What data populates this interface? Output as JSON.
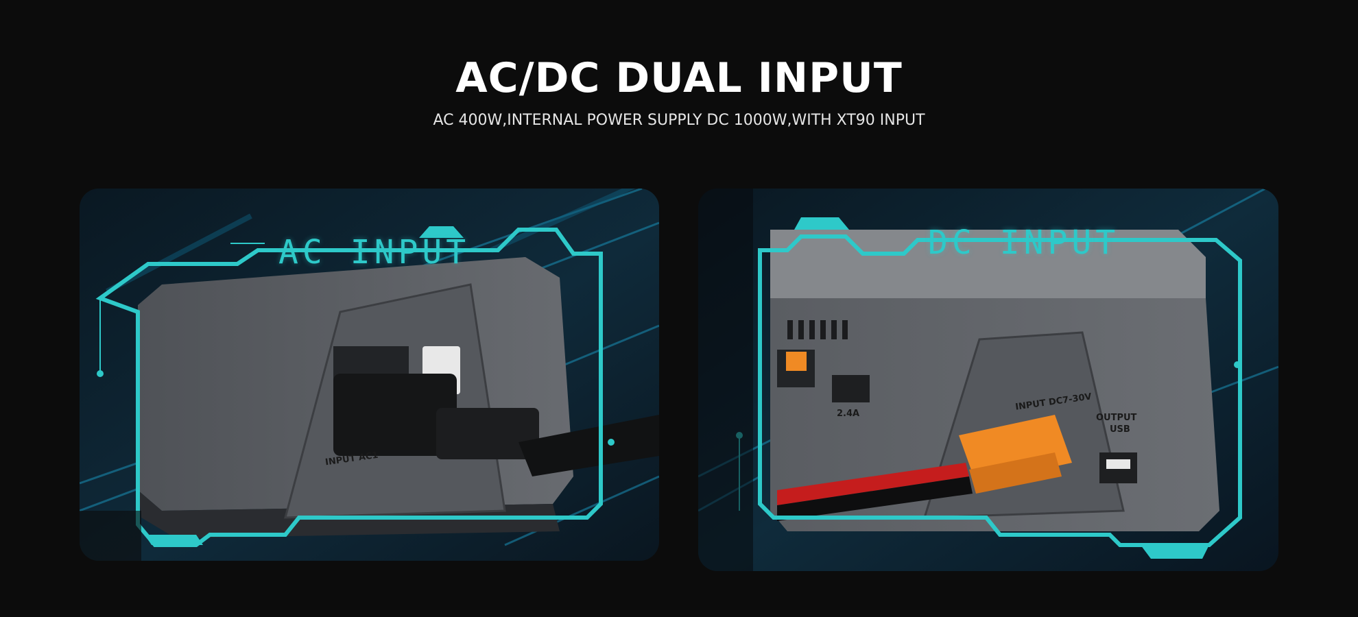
{
  "header": {
    "title": "AC/DC DUAL INPUT",
    "subtitle": "AC 400W,INTERNAL POWER SUPPLY DC 1000W,WITH XT90 INPUT"
  },
  "panels": {
    "ac": {
      "label": "AC INPUT",
      "port_text": "INPUT AC1"
    },
    "dc": {
      "label": "DC INPUT",
      "port_text": "INPUT DC7-30V",
      "output_text": "OUTPUT",
      "usb_text": "USB",
      "current_text": "2.4A"
    }
  },
  "colors": {
    "background": "#0c0c0c",
    "accent": "#2ec9c9",
    "device_gray": "#5e6166",
    "plug_orange": "#f08a24"
  }
}
